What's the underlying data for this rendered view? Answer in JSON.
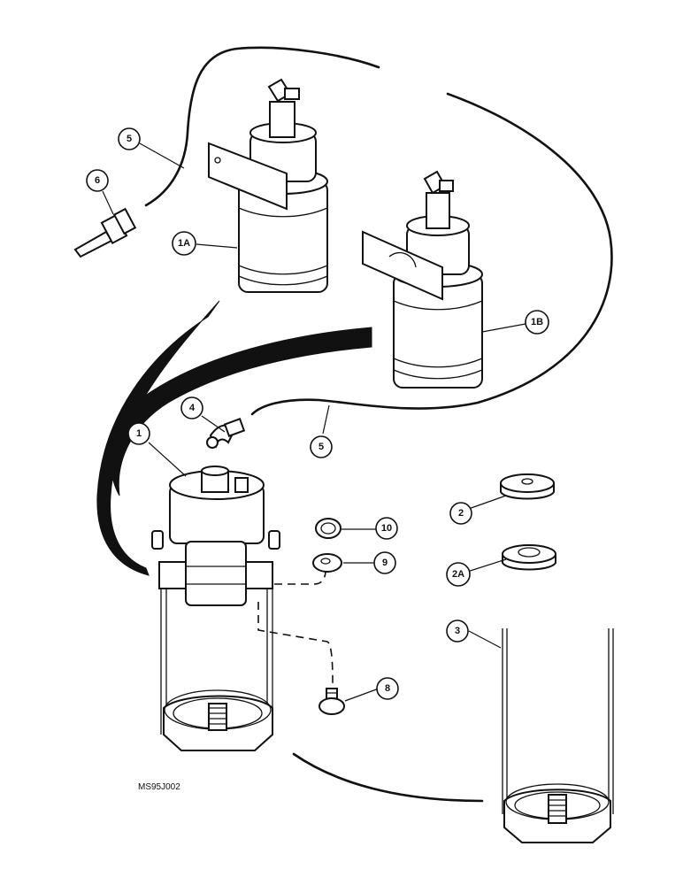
{
  "diagram": {
    "drawing_code": "MS95J002",
    "callouts": [
      {
        "id": "1",
        "label": "1"
      },
      {
        "id": "1A",
        "label": "1A"
      },
      {
        "id": "1B",
        "label": "1B"
      },
      {
        "id": "2",
        "label": "2"
      },
      {
        "id": "2A",
        "label": "2A"
      },
      {
        "id": "3",
        "label": "3"
      },
      {
        "id": "4",
        "label": "4"
      },
      {
        "id": "5-top",
        "label": "5"
      },
      {
        "id": "5-bottom",
        "label": "5"
      },
      {
        "id": "6",
        "label": "6"
      },
      {
        "id": "8",
        "label": "8"
      },
      {
        "id": "9",
        "label": "9"
      },
      {
        "id": "10",
        "label": "10"
      }
    ]
  }
}
